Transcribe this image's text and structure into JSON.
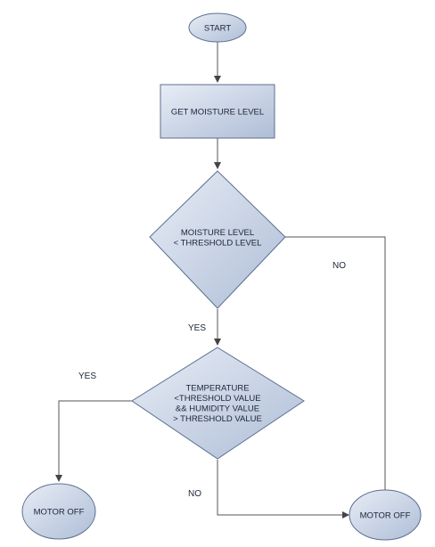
{
  "diagram": {
    "colors": {
      "fill_light": "#e8edf6",
      "fill_dark": "#aebdd6",
      "stroke": "#5b6f8f",
      "line": "#555555",
      "text": "#1c2536"
    },
    "nodes": {
      "start": {
        "shape": "ellipse",
        "lines": [
          "START"
        ]
      },
      "get_moisture": {
        "shape": "process",
        "lines": [
          "GET MOISTURE LEVEL"
        ]
      },
      "moisture_check": {
        "shape": "decision",
        "lines": [
          "MOISTURE LEVEL",
          "< THRESHOLD LEVEL"
        ]
      },
      "temp_humidity_check": {
        "shape": "decision",
        "lines": [
          "TEMPERATURE",
          "<THRESHOLD VALUE",
          "&& HUMIDITY VALUE",
          "> THRESHOLD VALUE"
        ]
      },
      "motor_off_left": {
        "shape": "ellipse",
        "lines": [
          "MOTOR OFF"
        ]
      },
      "motor_off_right": {
        "shape": "ellipse",
        "lines": [
          "MOTOR OFF"
        ]
      }
    },
    "edge_labels": {
      "moisture_no": "NO",
      "moisture_yes": "YES",
      "temp_yes": "YES",
      "temp_no": "NO"
    }
  }
}
